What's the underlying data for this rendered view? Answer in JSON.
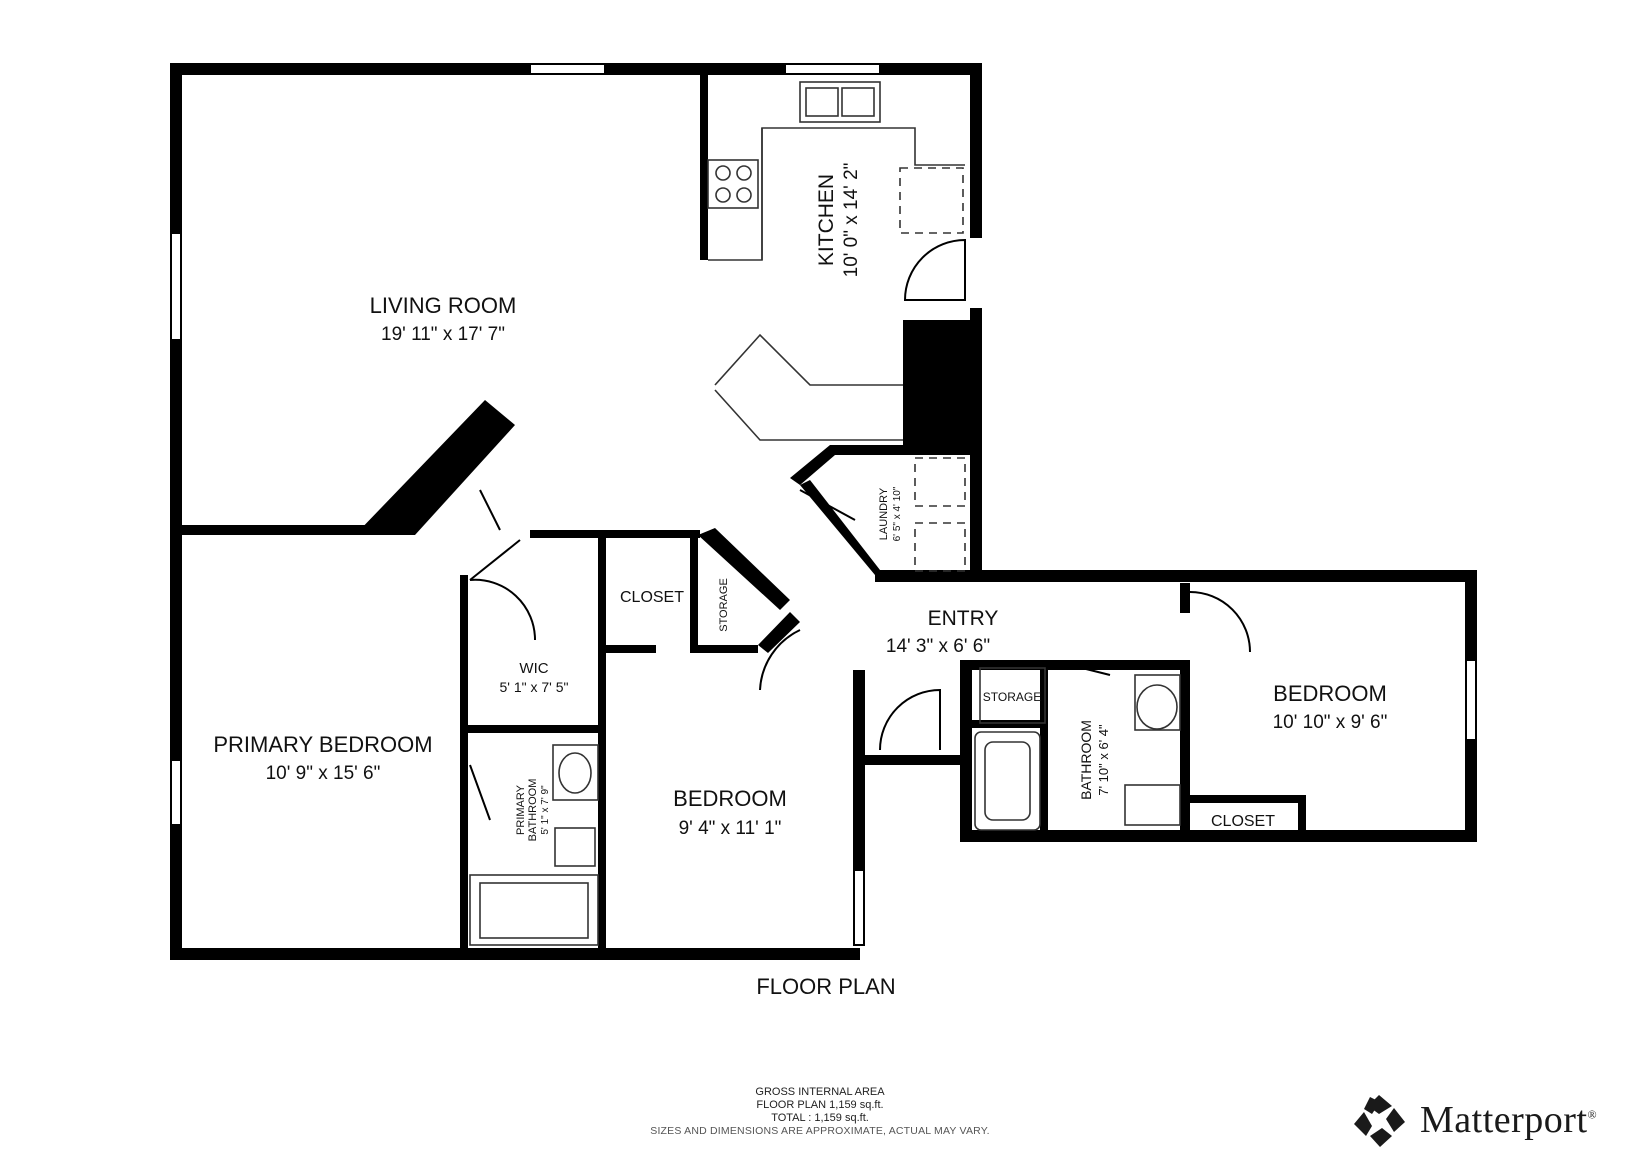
{
  "title": "FLOOR PLAN",
  "rooms": [
    {
      "id": "living",
      "name": "LIVING ROOM",
      "dims": "19' 11\" x 17' 7\""
    },
    {
      "id": "kitchen",
      "name": "KITCHEN",
      "dims": "10' 0\" x 14' 2\""
    },
    {
      "id": "laundry",
      "name": "LAUNDRY",
      "dims": "6' 5\" x 4' 10\""
    },
    {
      "id": "entry",
      "name": "ENTRY",
      "dims": "14' 3\" x 6' 6\""
    },
    {
      "id": "primary_bedroom",
      "name": "PRIMARY BEDROOM",
      "dims": "10' 9\" x 15' 6\""
    },
    {
      "id": "wic",
      "name": "WIC",
      "dims": "5' 1\" x 7' 5\""
    },
    {
      "id": "primary_bathroom",
      "name": "PRIMARY",
      "name2": "BATHROOM",
      "dims": "5' 1\" x 7' 9\""
    },
    {
      "id": "bedroom_mid",
      "name": "BEDROOM",
      "dims": "9' 4\" x 11' 1\""
    },
    {
      "id": "bathroom",
      "name": "BATHROOM",
      "dims": "7' 10\" x 6' 4\""
    },
    {
      "id": "bedroom_right",
      "name": "BEDROOM",
      "dims": "10' 10\" x 9' 6\""
    }
  ],
  "small_labels": {
    "closet_mid": "CLOSET",
    "storage_mid": "STORAGE",
    "storage_right": "STORAGE",
    "closet_right": "CLOSET"
  },
  "area": {
    "heading": "GROSS INTERNAL AREA",
    "floor_plan": "FLOOR PLAN 1,159 sq.ft.",
    "total": "TOTAL :  1,159 sq.ft.",
    "note": "SIZES AND DIMENSIONS ARE APPROXIMATE, ACTUAL MAY VARY."
  },
  "brand": {
    "name": "Matterport",
    "icon": "matterport-logo-icon",
    "color": "#1a1a1a"
  },
  "colors": {
    "wall": "#000000",
    "background": "#ffffff",
    "fixture": "#333333"
  }
}
